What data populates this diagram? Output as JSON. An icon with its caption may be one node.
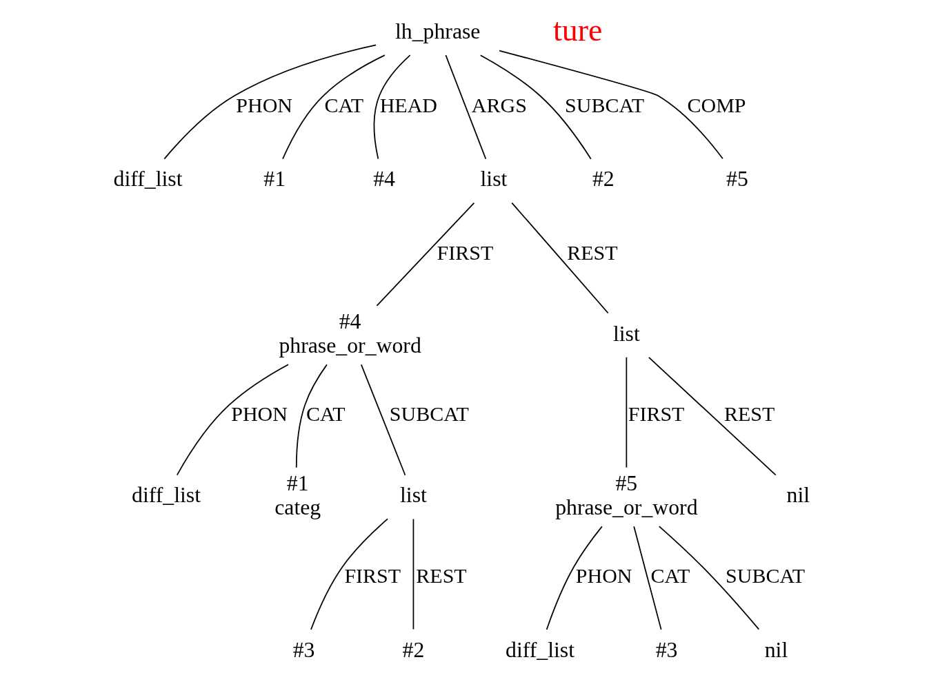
{
  "diagram": {
    "nodes": [
      {
        "text": [
          "lh_phrase"
        ]
      },
      {
        "text": [
          "diff_list"
        ]
      },
      {
        "text": [
          "#1"
        ]
      },
      {
        "text": [
          "#4"
        ]
      },
      {
        "text": [
          "list"
        ]
      },
      {
        "text": [
          "#2"
        ]
      },
      {
        "text": [
          "#5"
        ]
      },
      {
        "text": [
          "#4",
          "phrase_or_word"
        ]
      },
      {
        "text": [
          "list"
        ]
      },
      {
        "text": [
          "diff_list"
        ]
      },
      {
        "text": [
          "#1",
          "categ"
        ]
      },
      {
        "text": [
          "list"
        ]
      },
      {
        "text": [
          "#3"
        ]
      },
      {
        "text": [
          "#2"
        ]
      },
      {
        "text": [
          "#5",
          "phrase_or_word"
        ]
      },
      {
        "text": [
          "nil"
        ]
      },
      {
        "text": [
          "diff_list"
        ]
      },
      {
        "text": [
          "#3"
        ]
      },
      {
        "text": [
          "nil"
        ]
      }
    ],
    "edges": [
      {
        "from": 0,
        "to": 1,
        "arrow": "none",
        "label": "PHON"
      },
      {
        "from": 0,
        "to": 2,
        "arrow": "none",
        "label": "CAT"
      },
      {
        "from": 0,
        "to": 3,
        "arrow": "none",
        "label": "HEAD"
      },
      {
        "from": 0,
        "to": 4,
        "arrow": "none",
        "label": "ARGS"
      },
      {
        "from": 0,
        "to": 5,
        "arrow": "none",
        "label": "SUBCAT"
      },
      {
        "from": 0,
        "to": 6,
        "arrow": "none",
        "label": "COMP"
      },
      {
        "from": 4,
        "to": 7,
        "arrow": "none",
        "label": "FIRST"
      },
      {
        "from": 4,
        "to": 8,
        "arrow": "none",
        "label": "REST"
      },
      {
        "from": 7,
        "to": 9,
        "arrow": "none",
        "label": "PHON"
      },
      {
        "from": 7,
        "to": 10,
        "arrow": "none",
        "label": "CAT"
      },
      {
        "from": 7,
        "to": 11,
        "arrow": "none",
        "label": "SUBCAT"
      },
      {
        "from": 11,
        "to": 12,
        "arrow": "none",
        "label": "FIRST"
      },
      {
        "from": 11,
        "to": 13,
        "arrow": "none",
        "label": "REST"
      },
      {
        "from": 8,
        "to": 14,
        "arrow": "none",
        "label": "FIRST"
      },
      {
        "from": 8,
        "to": 15,
        "arrow": "none",
        "label": "REST"
      },
      {
        "from": 14,
        "to": 16,
        "arrow": "none",
        "label": "PHON"
      },
      {
        "from": 14,
        "to": 17,
        "arrow": "none",
        "label": "CAT"
      },
      {
        "from": 14,
        "to": 18,
        "arrow": "none",
        "label": "SUBCAT"
      }
    ],
    "labels": [
      "ture"
    ]
  }
}
